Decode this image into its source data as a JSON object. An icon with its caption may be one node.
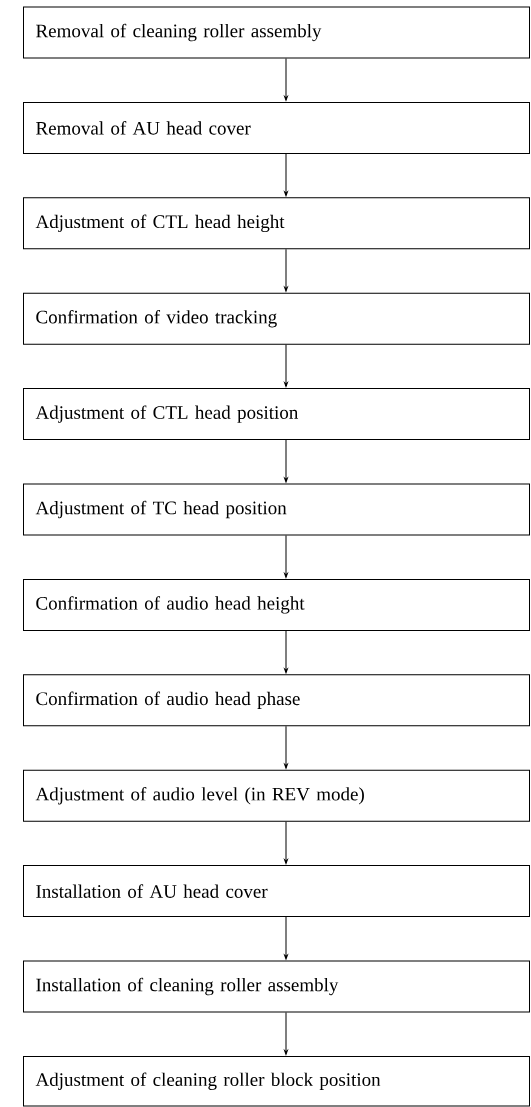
{
  "diagram": {
    "nodes": [
      {
        "text": [
          "Removal of cleaning roller assembly"
        ]
      },
      {
        "text": [
          "Removal of AU head cover"
        ]
      },
      {
        "text": [
          "Adjustment of CTL head height"
        ]
      },
      {
        "text": [
          "Confirmation of video tracking"
        ]
      },
      {
        "text": [
          "Adjustment of CTL head position"
        ]
      },
      {
        "text": [
          "Adjustment of TC head position"
        ]
      },
      {
        "text": [
          "Confirmation of audio head height"
        ]
      },
      {
        "text": [
          "Confirmation of audio head phase"
        ]
      },
      {
        "text": [
          "Adjustment of audio level (in REV mode)"
        ]
      },
      {
        "text": [
          "Installation of AU head cover"
        ]
      },
      {
        "text": [
          "Installation of cleaning roller assembly"
        ]
      },
      {
        "text": [
          "Adjustment of cleaning roller block position"
        ]
      }
    ],
    "edges": [
      {
        "from": 0,
        "to": 1,
        "arrow": "to"
      },
      {
        "from": 1,
        "to": 2,
        "arrow": "to"
      },
      {
        "from": 2,
        "to": 3,
        "arrow": "to"
      },
      {
        "from": 3,
        "to": 4,
        "arrow": "to"
      },
      {
        "from": 4,
        "to": 5,
        "arrow": "to"
      },
      {
        "from": 5,
        "to": 6,
        "arrow": "to"
      },
      {
        "from": 6,
        "to": 7,
        "arrow": "to"
      },
      {
        "from": 7,
        "to": 8,
        "arrow": "to"
      },
      {
        "from": 8,
        "to": 9,
        "arrow": "to"
      },
      {
        "from": 9,
        "to": 10,
        "arrow": "to"
      },
      {
        "from": 10,
        "to": 11,
        "arrow": "to"
      }
    ]
  }
}
